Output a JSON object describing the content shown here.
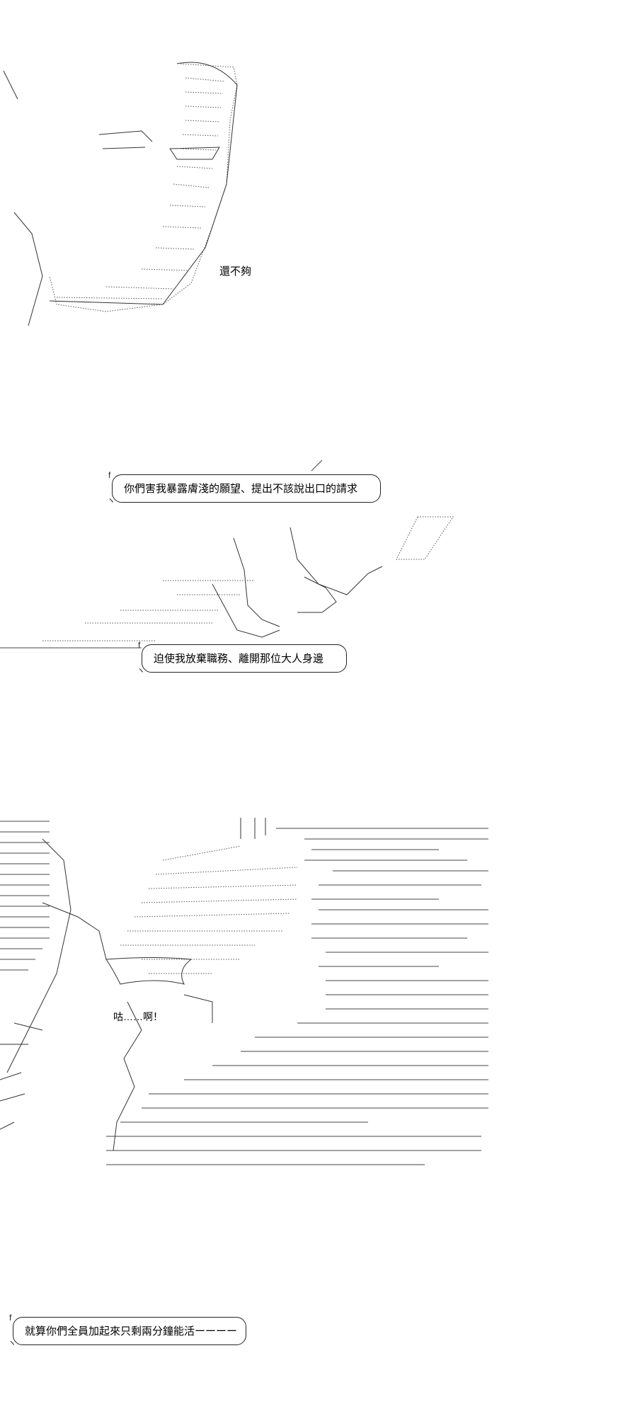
{
  "panel1": {
    "caption": "還不夠"
  },
  "panel2": {
    "bubble_top": "你們害我暴露膚淺的願望、提出不該說出口的請求",
    "bubble_bottom": "迫使我放棄職務、離開那位大人身邊"
  },
  "panel3": {
    "yell": "咕……啊！"
  },
  "panel4": {
    "bubble": "就算你們全員加起來只剩兩分鐘能活ーーーー"
  }
}
